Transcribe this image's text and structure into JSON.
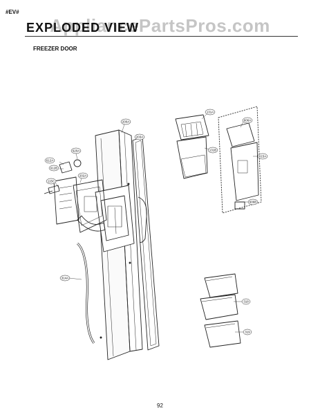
{
  "header": {
    "revision": "#EV#",
    "title": "EXPLODED VIEW",
    "section": "FREEZER DOOR"
  },
  "watermark": "AppliancePartsPros.com",
  "callouts": {
    "c200a": "200A",
    "c203a": "203A",
    "c131a": "131A",
    "c131b": "131B",
    "c606a": "606A",
    "c615a": "615A",
    "c606b": "606B",
    "c612a": "612A",
    "c612b": "612B",
    "c620a": "620A",
    "c115c": "115C",
    "c202a": "202A",
    "c314a": "314A",
    "c318": "318",
    "c319": "319"
  },
  "footer": {
    "page_number": "92"
  }
}
